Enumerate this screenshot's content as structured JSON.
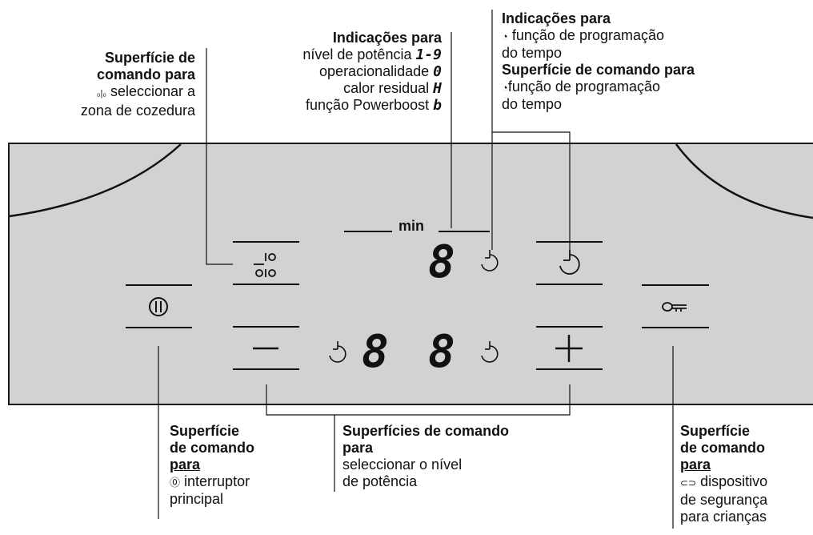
{
  "labels": {
    "zone_select": {
      "title1": "Superfície de",
      "title2": "comando para",
      "icon": "zone-select-icon",
      "line3": "seleccionar a",
      "line4": "zona de cozedura"
    },
    "indications": {
      "title": "Indicações para",
      "line1": "nível de potência",
      "line1_sym": "1-9",
      "line2": "operacionalidade",
      "line2_sym": "0",
      "line3": "calor residual",
      "line3_sym": "H",
      "line4": "função Powerboost",
      "line4_sym": "b"
    },
    "timer": {
      "title1": "Indicações para",
      "line1": "função de programação",
      "line2": "do tempo",
      "title2": "Superfície de comando para",
      "line3": "função de programação",
      "line4": "do tempo",
      "icon": "timer-icon"
    },
    "main_switch": {
      "t1": "Superfície",
      "t2": "de comando",
      "t3": "para",
      "line1": "interruptor",
      "line2": "principal",
      "icon": "power-icon"
    },
    "power_level": {
      "t1": "Superfícies de comando",
      "t2": "para",
      "line1": "seleccionar o nível",
      "line2": "de potência"
    },
    "child_lock": {
      "t1": "Superfície",
      "t2": "de comando",
      "t3": "para",
      "line1": "dispositivo",
      "line2": "de segurança",
      "line3": "para crianças",
      "icon": "key-icon"
    }
  },
  "panel": {
    "min_label": "min",
    "digit_glyph": "8",
    "minus_glyph": "−",
    "plus_glyph": "+"
  }
}
